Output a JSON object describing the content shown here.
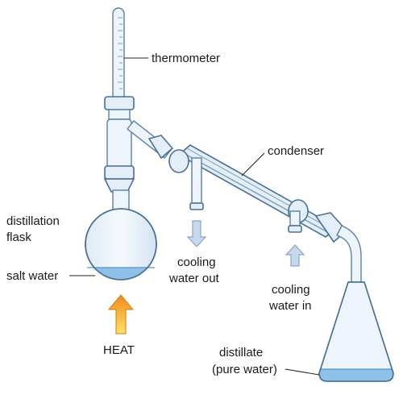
{
  "labels": {
    "thermometer": "thermometer",
    "condenser": "condenser",
    "flask_line1": "distillation",
    "flask_line2": "flask",
    "salt_water": "salt water",
    "cooling_out_line1": "cooling",
    "cooling_out_line2": "water out",
    "cooling_in_line1": "cooling",
    "cooling_in_line2": "water in",
    "heat": "HEAT",
    "distillate_line1": "distillate",
    "distillate_line2": "(pure water)"
  },
  "colors": {
    "glass_stroke": "#4a6f93",
    "glass_fill": "#e4eef8",
    "water": "#8fc0e8",
    "heat_arrow": "#f0a020",
    "cooling_arrow": "#9cb4d4",
    "mercury": "#e07a2a"
  }
}
